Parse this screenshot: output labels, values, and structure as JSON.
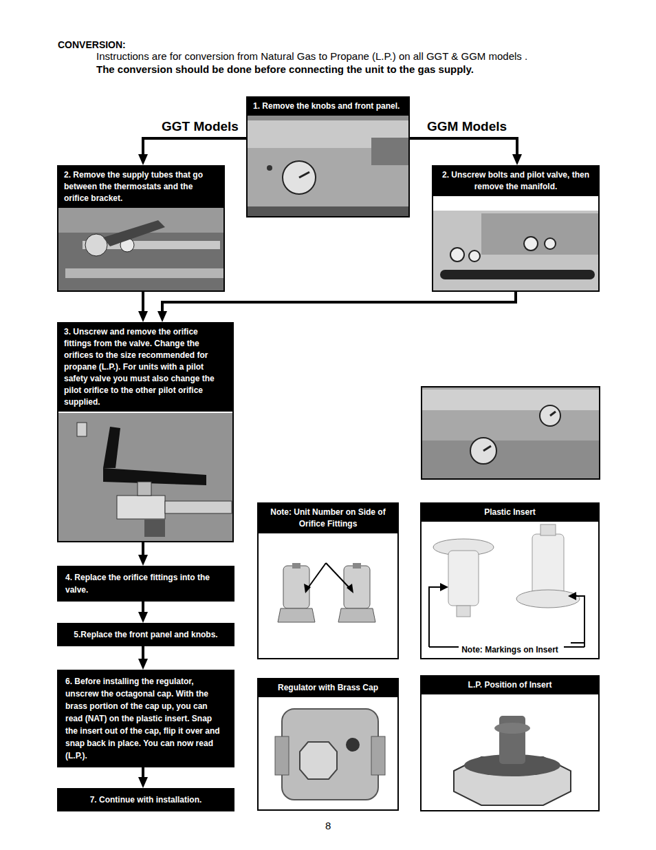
{
  "diagram": {
    "title": "CONVERSION:",
    "nodes": [
      {
        "text": [
          "1. Remove the knobs and front panel."
        ]
      },
      {
        "text": [
          "2. Remove the supply tubes that go between the thermostats and the orifice bracket."
        ]
      },
      {
        "text": [
          "2. Unscrew bolts and pilot valve, then remove the manifold."
        ]
      },
      {
        "text": [
          "3. Unscrew and remove the orifice fittings from the valve. Change the orifices to the size recommended for propane (L.P.). For units with a pilot safety valve you must also change the pilot orifice to the other pilot orifice supplied."
        ]
      },
      {
        "text": [
          "4. Replace the orifice fittings into the valve."
        ]
      },
      {
        "text": [
          "5.Replace the front panel and knobs."
        ]
      },
      {
        "text": [
          "6. Before installing the regulator, unscrew the octagonal cap. With the brass portion of the cap up, you can read (NAT) on the plastic insert. Snap the insert out of the cap, flip it over and snap back in place. You can now read (L.P.)."
        ]
      },
      {
        "text": [
          "7. Continue with installation."
        ]
      },
      {
        "text": [
          "Note: Unit Number on Side of Orifice Fittings"
        ]
      },
      {
        "text": [
          "Plastic Insert",
          "Note: Markings on Insert"
        ]
      },
      {
        "text": [
          "Regulator with Brass Cap"
        ]
      },
      {
        "text": [
          "L.P. Position of Insert"
        ]
      }
    ],
    "edges": [
      {
        "from": 0,
        "to": 1,
        "label": "GGT Models",
        "arrow": "to"
      },
      {
        "from": 0,
        "to": 2,
        "label": "GGM Models",
        "arrow": "to"
      },
      {
        "from": 1,
        "to": 3,
        "arrow": "to"
      },
      {
        "from": 2,
        "to": 3,
        "arrow": "to"
      },
      {
        "from": 3,
        "to": 4,
        "arrow": "to"
      },
      {
        "from": 4,
        "to": 5,
        "arrow": "to"
      },
      {
        "from": 5,
        "to": 6,
        "arrow": "to"
      },
      {
        "from": 6,
        "to": 7,
        "arrow": "to"
      }
    ],
    "labels": [
      "Instructions are for conversion from Natural Gas to Propane (L.P.) on all GGT & GGM models .",
      "The conversion should be done before connecting the unit to the gas supply.",
      "8"
    ]
  }
}
